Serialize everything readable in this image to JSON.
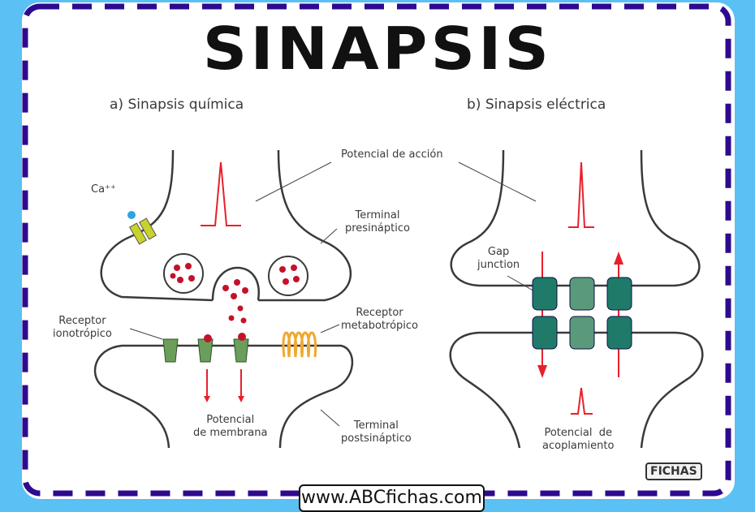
{
  "title": "SINAPSIS",
  "left": {
    "subtitle": "a) Sinapsis química",
    "ca": "Ca⁺⁺",
    "receptor_iono": "Receptor\nionotrópico",
    "receptor_meta": "Receptor\nmetabotrópico",
    "terminal_pre": "Terminal\npresináptico",
    "potencial_membrana": "Potencial\nde membrana",
    "terminal_post": "Terminal\npostsináptico"
  },
  "shared": {
    "potencial_accion": "Potencial de acción"
  },
  "right": {
    "subtitle": "b) Sinapsis eléctrica",
    "gap": "Gap\njunction",
    "acoplamiento": "Potencial  de\nacoplamiento"
  },
  "footer": {
    "website": "www.ABCfichas.com",
    "logo": "FICHAS"
  },
  "colors": {
    "border": "#2e0a8f",
    "background": "#5bc0f4",
    "signal": "#e8202a",
    "channel": "#1f7a6a"
  }
}
